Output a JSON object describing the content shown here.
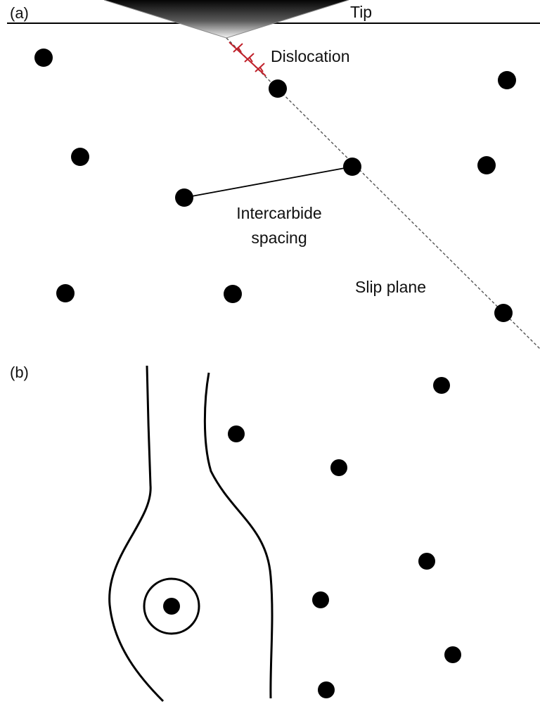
{
  "panel_a": {
    "label": "(a)",
    "tip_label": "Tip",
    "dislocation_label": "Dislocation",
    "spacing_label_line1": "Intercarbide",
    "spacing_label_line2": "spacing",
    "slip_plane_label": "Slip plane"
  },
  "panel_b": {
    "label": "(b)"
  },
  "colors": {
    "ink": "#000000",
    "dislocation": "#c0202a",
    "tip_dark": "#0a0a0a",
    "tip_light": "#f2f2f2",
    "slip_plane": "#555555"
  }
}
